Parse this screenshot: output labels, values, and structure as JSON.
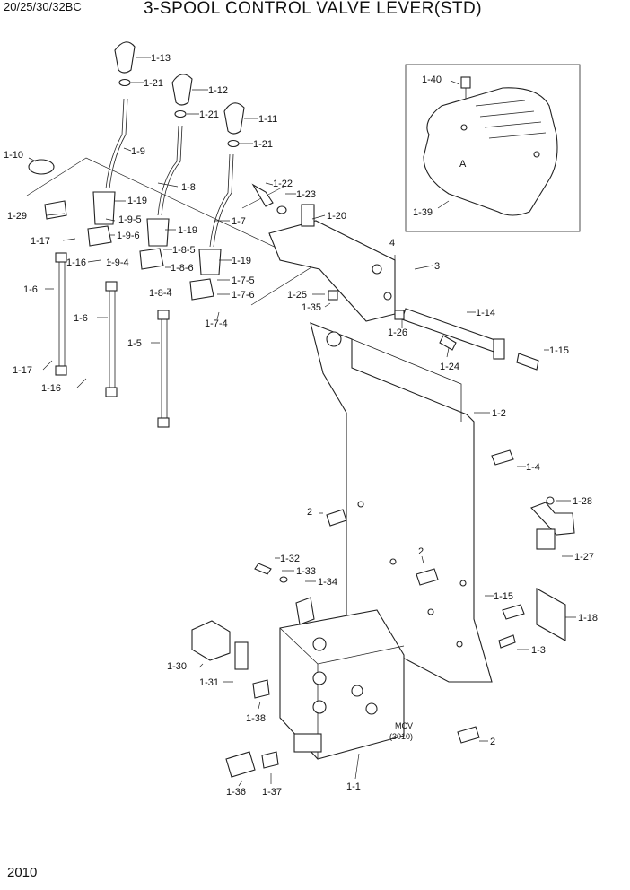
{
  "header": {
    "model": "20/25/30/32BC",
    "title": "3-SPOOL CONTROL VALVE LEVER(STD)"
  },
  "footer": {
    "page_number": "2010"
  },
  "detail_callout": "A",
  "mcv_label": {
    "line1": "MCV",
    "line2": "(3010)"
  },
  "part_labels": {
    "p1_13": "1-13",
    "p1_21a": "1-21",
    "p1_12": "1-12",
    "p1_21b": "1-21",
    "p1_11": "1-11",
    "p1_21c": "1-21",
    "p1_10": "1-10",
    "p1_9": "1-9",
    "p1_8": "1-8",
    "p1_22": "1-22",
    "p1_23": "1-23",
    "p1_19a": "1-19",
    "p1_29": "1-29",
    "p1_9_5": "1-9-5",
    "p1_19b": "1-19",
    "p1_7": "1-7",
    "p1_20": "1-20",
    "p1_17a": "1-17",
    "p1_9_6": "1-9-6",
    "p1_8_5": "1-8-5",
    "p1_19c": "1-19",
    "p4": "4",
    "p1_16a": "1-16",
    "p1_9_4": "1-9-4",
    "p1_8_6": "1-8-6",
    "p3": "3",
    "p1_7_5": "1-7-5",
    "p1_6a": "1-6",
    "p1_8_4": "1-8-4",
    "p1_7_6": "1-7-6",
    "p1_25": "1-25",
    "p1_35": "1-35",
    "p1_6b": "1-6",
    "p1_7_4": "1-7-4",
    "p1_14": "1-14",
    "p1_26": "1-26",
    "p1_5": "1-5",
    "p1_15a": "1-15",
    "p1_17b": "1-17",
    "p1_24": "1-24",
    "p1_16b": "1-16",
    "p1_2": "1-2",
    "p1_4": "1-4",
    "p1_28": "1-28",
    "p2a": "2",
    "p2b": "2",
    "p1_27": "1-27",
    "p1_32": "1-32",
    "p1_33": "1-33",
    "p1_34": "1-34",
    "p1_15b": "1-15",
    "p1_18": "1-18",
    "p1_30": "1-30",
    "p1_3": "1-3",
    "p1_31": "1-31",
    "p1_38": "1-38",
    "p2c": "2",
    "p1_1": "1-1",
    "p1_36": "1-36",
    "p1_37": "1-37",
    "p1_40": "1-40",
    "p1_39": "1-39"
  }
}
